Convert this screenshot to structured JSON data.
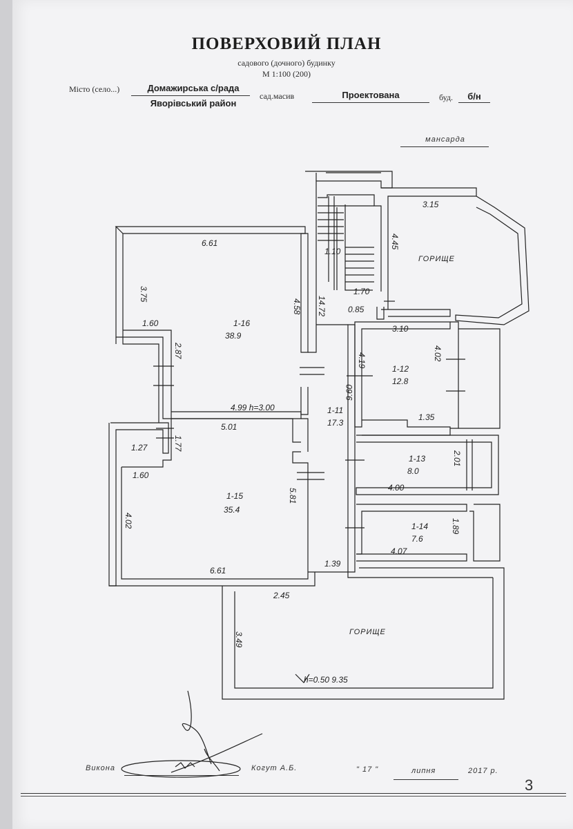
{
  "header": {
    "title": "ПОВЕРХОВИЙ ПЛАН",
    "subtitle": "садового (дочного) будинку",
    "scale": "М 1:100 (200)"
  },
  "location": {
    "city_label": "Місто (село...)",
    "city_value": "Домажирська с/рада",
    "district_value": "Яворівський район",
    "massif_label": "сад.масив",
    "massif_value": "Проектована",
    "building_label": "буд.",
    "building_value": "б/н"
  },
  "floor_name": "мансарда",
  "plan": {
    "rooms": [
      {
        "id": "1-16",
        "area": "38.9"
      },
      {
        "id": "1-15",
        "area": "35.4"
      },
      {
        "id": "1-11",
        "area": "17.3"
      },
      {
        "id": "1-12",
        "area": "12.8"
      },
      {
        "id": "1-13",
        "area": "8.0"
      },
      {
        "id": "1-14",
        "area": "7.6"
      }
    ],
    "attic_label_upper": "ГОРИЩЕ",
    "attic_label_lower": "ГОРИЩЕ",
    "height_note": "4.99 h=3.00",
    "lower_height_note": "h=0.50 9.35",
    "dimensions": {
      "d_661_top": "6.61",
      "d_375": "3.75",
      "d_160_a": "1.60",
      "d_287": "2.87",
      "d_458": "4.58",
      "d_1472": "14.72",
      "d_110": "1.10",
      "d_170": "1.70",
      "d_085": "0.85",
      "d_315": "3.15",
      "d_445": "4.45",
      "d_310": "3.10",
      "d_419": "4.19",
      "d_402_a": "4.02",
      "d_960": "9.60",
      "d_135": "1.35",
      "d_501": "5.01",
      "d_127": "1.27",
      "d_177": "1.77",
      "d_160_b": "1.60",
      "d_581": "5.81",
      "d_402_b": "4.02",
      "d_661_bottom": "6.61",
      "d_201": "2.01",
      "d_400": "4.00",
      "d_189": "1.89",
      "d_407": "4.07",
      "d_139": "1.39",
      "d_245": "2.45",
      "d_349": "3.49"
    }
  },
  "footer": {
    "performed_label": "Викона",
    "executor": "Когут А.Б.",
    "day": "\" 17 \"",
    "month": "липня",
    "year": "2017 р.",
    "page_number": "3"
  }
}
